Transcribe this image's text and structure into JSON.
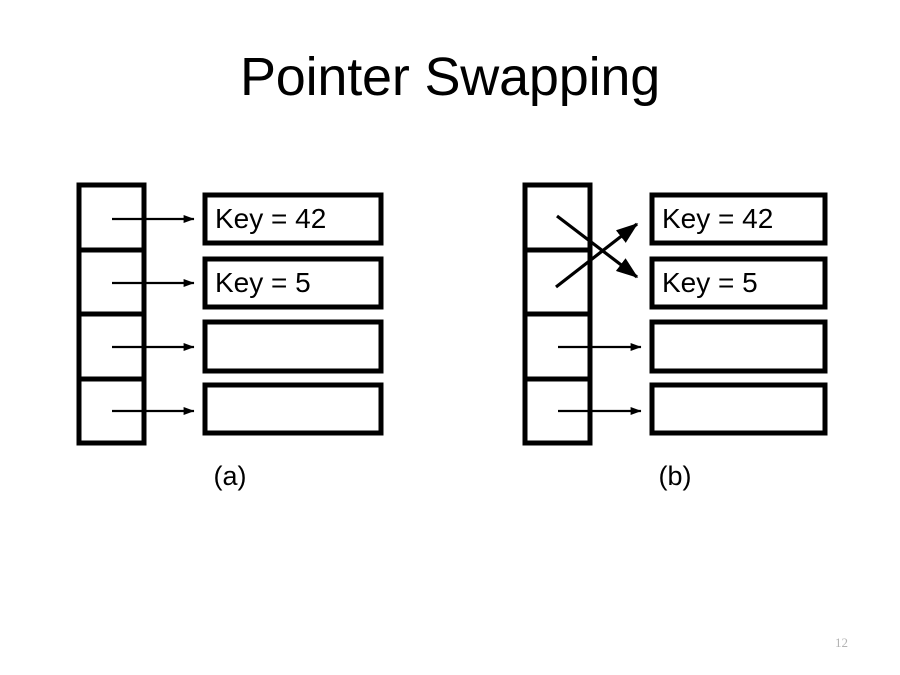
{
  "slide": {
    "title": "Pointer Swapping",
    "page_number": "12",
    "background_color": "#ffffff",
    "ink_color": "#000000",
    "page_number_color": "#b3b3b3"
  },
  "figures": [
    {
      "id": "a",
      "caption": "(a)",
      "description": "Pointer array with four entries each pointing straight across to its corresponding record",
      "pointer_array": {
        "cell_count": 4,
        "cells": [
          "",
          "",
          "",
          ""
        ]
      },
      "records": [
        {
          "label": "Key = 42"
        },
        {
          "label": "Key = 5"
        },
        {
          "label": ""
        },
        {
          "label": ""
        }
      ],
      "arrows": [
        {
          "from_cell": 1,
          "to_record": 1,
          "style": "straight"
        },
        {
          "from_cell": 2,
          "to_record": 2,
          "style": "straight"
        },
        {
          "from_cell": 3,
          "to_record": 3,
          "style": "straight"
        },
        {
          "from_cell": 4,
          "to_record": 4,
          "style": "straight"
        }
      ]
    },
    {
      "id": "b",
      "caption": "(b)",
      "description": "Same records after swapping the first two pointers so the arrows cross",
      "pointer_array": {
        "cell_count": 4,
        "cells": [
          "",
          "",
          "",
          ""
        ]
      },
      "records": [
        {
          "label": "Key = 42"
        },
        {
          "label": "Key = 5"
        },
        {
          "label": ""
        },
        {
          "label": ""
        }
      ],
      "arrows": [
        {
          "from_cell": 1,
          "to_record": 2,
          "style": "crossed"
        },
        {
          "from_cell": 2,
          "to_record": 1,
          "style": "crossed"
        },
        {
          "from_cell": 3,
          "to_record": 3,
          "style": "straight"
        },
        {
          "from_cell": 4,
          "to_record": 4,
          "style": "straight"
        }
      ]
    }
  ]
}
